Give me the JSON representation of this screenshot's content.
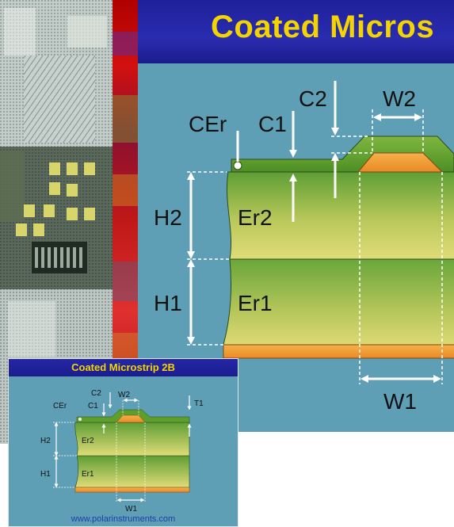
{
  "main": {
    "title": "Coated Micros",
    "labels": {
      "cer": "CEr",
      "c1": "C1",
      "c2": "C2",
      "w2": "W2",
      "h2": "H2",
      "er2": "Er2",
      "h1": "H1",
      "er1": "Er1",
      "w1": "W1"
    }
  },
  "thumbnail": {
    "title": "Coated Microstrip 2B",
    "url": "www.polarinstruments.com",
    "labels": {
      "cer": "CEr",
      "c1": "C1",
      "c2": "C2",
      "w2": "W2",
      "t1": "T1",
      "h2": "H2",
      "er2": "Er2",
      "h1": "H1",
      "er1": "Er1",
      "w1": "W1"
    }
  },
  "colors": {
    "title_bar": "#1d1f9a",
    "title_text": "#f4d400",
    "panel_bg": "#5f9fb5",
    "dielectric_green": "#6aa43a",
    "dielectric_yellow": "#d9d86a",
    "conductor_orange": "#f29a3a",
    "coating_green": "#5e9e2c"
  }
}
